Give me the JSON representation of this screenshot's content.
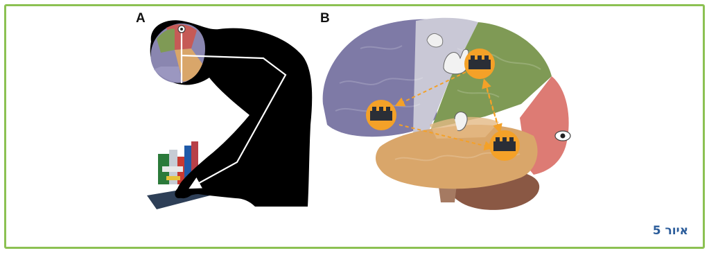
{
  "figure": {
    "panel_a_label": "A",
    "panel_b_label": "B",
    "caption": "איור 5",
    "border_color": "#8cc152",
    "caption_color": "#2b5c9a"
  },
  "panel_a": {
    "icons": [
      "person-silhouette",
      "brain-overlay",
      "lego-structure",
      "lego-baseplate",
      "eye-icon",
      "arrow-path"
    ]
  },
  "panel_b": {
    "icons": [
      "brain-lateral",
      "hand-icon",
      "ear-icon",
      "eye-icon",
      "lego-brick-icon"
    ],
    "region_colors": {
      "frontal": "#7e7aa6",
      "motor": "#c9c8d6",
      "parietal": "#7f9a55",
      "temporal": "#d9a66a",
      "occipital": "#dd7b74",
      "cerebellum": "#8a5844",
      "brick_badge": "#f4a128"
    }
  }
}
